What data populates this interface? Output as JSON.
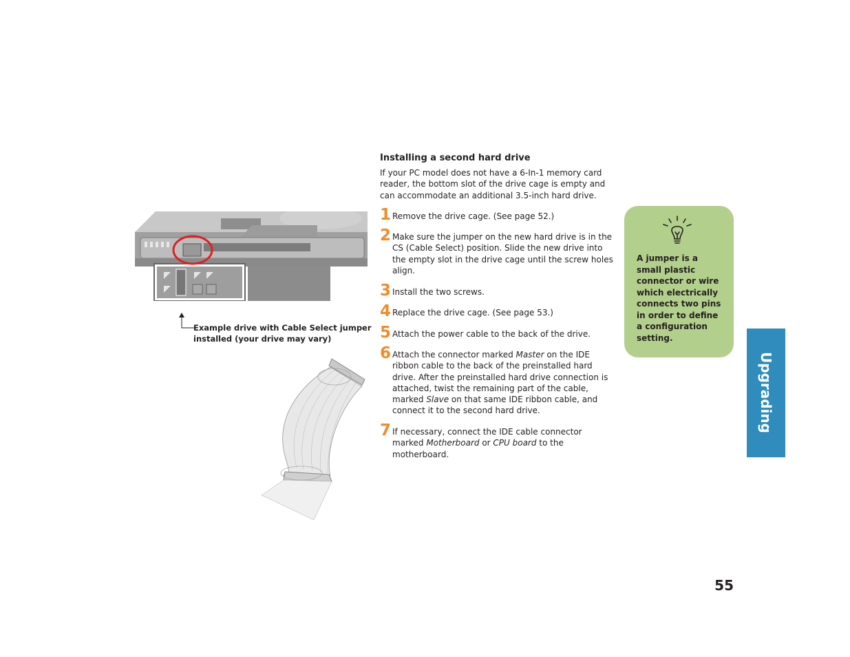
{
  "section": {
    "heading": "Installing a second hard drive",
    "intro": "If your PC model does not have a 6-In-1 memory card reader, the bottom slot of the drive cage is empty and can accommodate an additional 3.5-inch hard drive."
  },
  "steps": [
    {
      "num": "1",
      "text": "Remove the drive cage. (See page 52.)"
    },
    {
      "num": "2",
      "text": "Make sure the jumper on the new hard drive is in the CS (Cable Select) position. Slide the new drive into the empty slot in the drive cage until the screw holes align."
    },
    {
      "num": "3",
      "text": "Install the two screws."
    },
    {
      "num": "4",
      "text": "Replace the drive cage. (See page 53.)"
    },
    {
      "num": "5",
      "text": "Attach the power cable to the back of the drive."
    },
    {
      "num": "6",
      "parts": [
        "Attach the connector marked ",
        "Master",
        " on the IDE ribbon cable to the back of the preinstalled hard drive. After the preinstalled hard drive connection is attached, twist the remaining part of the cable, marked ",
        "Slave",
        " on that same IDE ribbon cable, and connect it to the second hard drive."
      ]
    },
    {
      "num": "7",
      "parts": [
        "If necessary, connect the IDE cable connector marked ",
        "Motherboard",
        " or ",
        "CPU board",
        " to the motherboard."
      ]
    }
  ],
  "tip": {
    "icon": "lightbulb-icon",
    "text": "A jumper is a small plastic connector or wire which electrically connects two pins in order to define a configuration setting."
  },
  "figure": {
    "caption": "Example drive with Cable Select jumper installed (your drive may vary)"
  },
  "side_tab": {
    "label": "Upgrading"
  },
  "page_number": "55",
  "colors": {
    "step_number": "#f08c2a",
    "tip_background": "#b3cf8c",
    "side_tab": "#2f8cbc",
    "highlight_circle": "#e02020"
  }
}
